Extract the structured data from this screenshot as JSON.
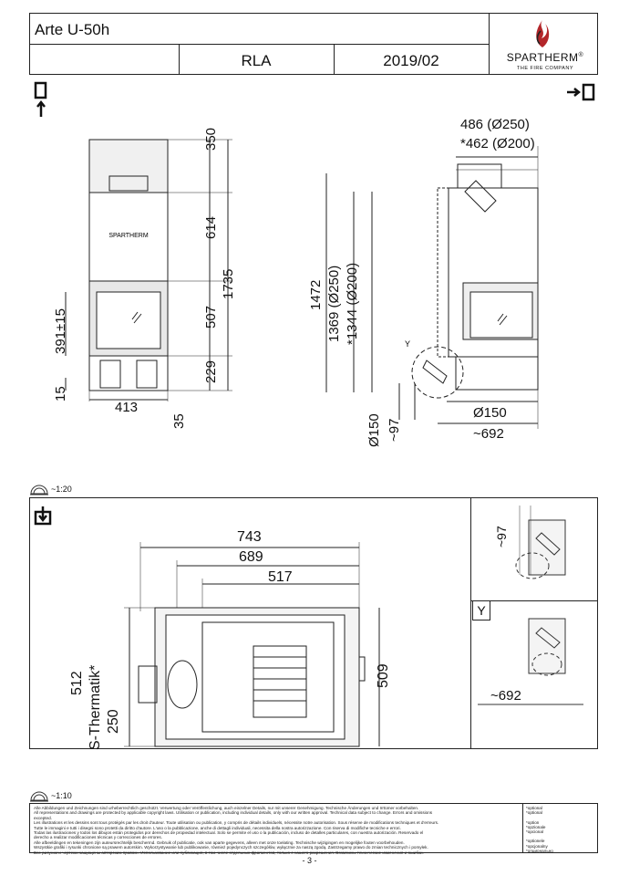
{
  "header": {
    "model": "Arte U-50h",
    "code": "RLA",
    "date": "2019/02",
    "brand": "SPARTHERM",
    "brand_mark": "®",
    "tagline": "THE FIRE COMPANY"
  },
  "views": {
    "front_logo": "SPARTHERM",
    "front_dims": {
      "top": "350",
      "middle": "614",
      "total": "1735",
      "glass": "507",
      "base": "229",
      "firebox": "391±15",
      "foot": "15",
      "width": "413",
      "depth": "35"
    },
    "side_dims": {
      "flue_250": "486 (Ø250)",
      "flue_200": "*462 (Ø200)",
      "height": "1472",
      "h250": "1369 (Ø250)",
      "h200": "*1344 (Ø200)",
      "detail_y": "Y",
      "air_inlet": "Ø150",
      "air_inlet_v": "Ø150",
      "offset": "~97",
      "depth": "~692"
    },
    "scale_top": "~1:20",
    "plan_dims": {
      "w743": "743",
      "w689": "689",
      "w517": "517",
      "h512": "512",
      "h509": "509",
      "thermatik": "S-Thermatik*",
      "h250": "250"
    },
    "detail_dims": {
      "offset": "~97",
      "label": "Y",
      "depth": "~692"
    },
    "scale_bottom": "~1:10"
  },
  "footer": {
    "legal": [
      "Alle Abbildungen und Zeichnungen sind urheberrechtlich geschützt. Verwertung oder Veröffentlichung, auch einzelner Details, nur mit unserer Genehmigung. Technische Änderungen und Irrtümer vorbehalten.",
      "All representations and drawings are protected by applicable copyright laws. Utilisation or publication, including individual details, only with our written approval. Technical data subject to change. Errors and omissions",
      "excepted.",
      "Les illustrations et les dessins sont tous protégés par les droit d'auteur. Toute utilisation ou publication, y compris de détails individuels, nécessite notre autorisation. Sous réserve de modifications techniques et d'erreurs.",
      "Tutte le immagini e tutti i disegni sono protetti da diritto d'autore. L'uso o la pubblicazione, anche di dettagli individuali, necessita della nostra autorizzazione. Con riserva di modifiche tecniche e errori.",
      "Todas las ilustraciones y todos los dibujos están protegidos por derechos de propiedad intelectual. Solo se permite el uso o la publicación, incluso de detalles particulares, con nuestra autorización. Reservado el",
      "derecho a realizar modificaciones técnicas y correcciones de errores.",
      "Alle afbeeldingen en tekeningen zijn auteursrechtelijk beschermd. Gebruik of publicatie, ook van aparte gegevens, alleen met onze toelating. Technische wijzigingen en mogelijke fouten voorbehouden.",
      "Wszystkie grafiki i rysunki chronione są prawem autorskim. Wykorzystywanie lub publikowanie, również pojedynczych szczegółów, wyłącznie za naszą zgodą. Zastrzegamy prawo do zmian technicznych i pomyłek.",
      "Все рисунки и чертежи защищены авторским правом.. Использование или публикация, в том числе отдельных фрагментов, только с нашего разрешения. Возможны технические изменения и ошибки."
    ],
    "optional": [
      "*optional",
      "*optional",
      "",
      "*option",
      "*opzionale",
      "*opcional",
      "",
      "*optionele",
      "*opcjonalny",
      "*опционально"
    ]
  },
  "page_number": "- 3 -"
}
